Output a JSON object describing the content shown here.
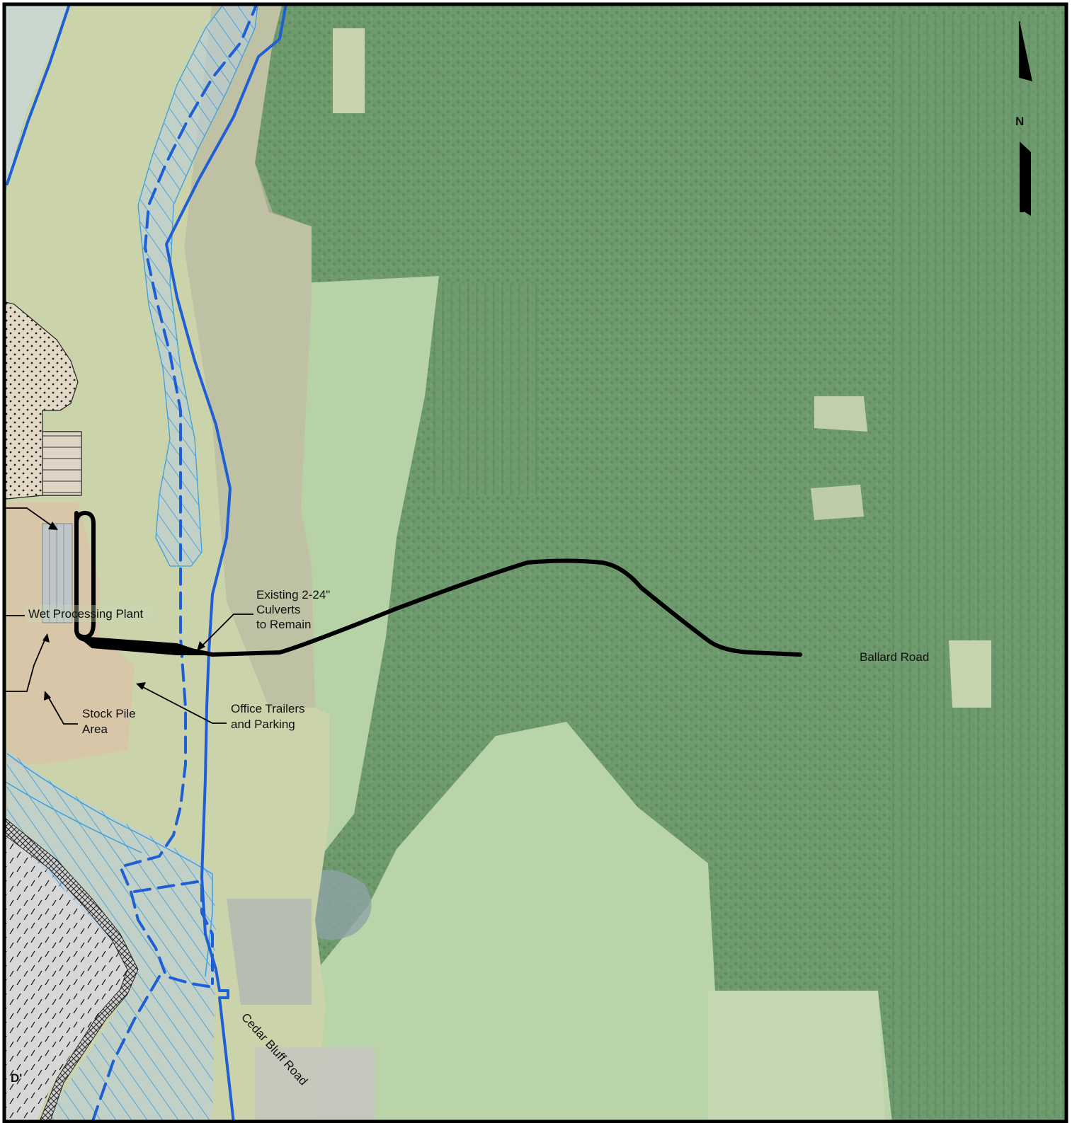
{
  "labels": {
    "wet_processing_plant": "Wet Processing Plant",
    "culverts_line1": "Existing 2-24\"",
    "culverts_line2": "Culverts",
    "culverts_line3": "to Remain",
    "office_line1": "Office Trailers",
    "office_line2": "and Parking",
    "stockpile_line1": "Stock Pile",
    "stockpile_line2": "Area",
    "ballard_road": "Ballard Road",
    "cedar_bluff_road": "Cedar Bluff Road",
    "section_marker": "D'",
    "north": "N"
  },
  "icons": {
    "north_arrow": "north-arrow-icon"
  },
  "colors": {
    "forest": "#6f9a6e",
    "forest_dark": "#5e8b60",
    "field": "#b9d3aa",
    "clearing": "#c7d4a8",
    "disturbed": "#cfc9b0",
    "blue_line": "#1f5fd6",
    "hatch_light_blue": "#39a4e0",
    "haul_road": "#000000",
    "frame": "#000000"
  }
}
